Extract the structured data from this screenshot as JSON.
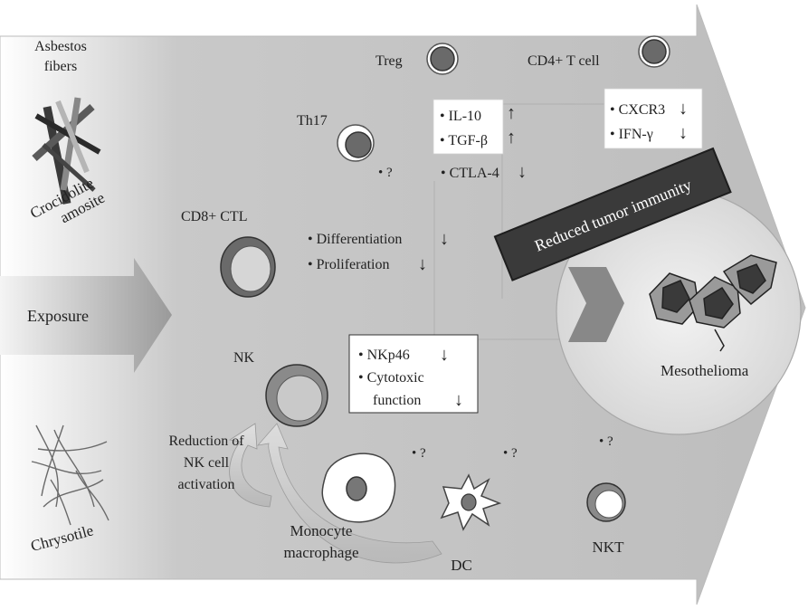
{
  "fibers": {
    "title_line1": "Asbestos",
    "title_line2": "fibers",
    "amphibole_line1": "Crocidolite",
    "amphibole_line2": "amosite",
    "serpentine": "Chrysotile"
  },
  "exposure": {
    "label": "Exposure"
  },
  "cells": {
    "treg": "Treg",
    "cd4": "CD4+ T cell",
    "th17": "Th17",
    "cd8": "CD8+ CTL",
    "nk": "NK",
    "monocyte_line1": "Monocyte",
    "monocyte_line2": "macrophage",
    "dc": "DC",
    "nkt": "NKT"
  },
  "boxes": {
    "treg_box": {
      "line1": "• IL-10",
      "line2": "• TGF-β"
    },
    "cd4_box": {
      "line1": "• CXCR3",
      "line2": "• IFN-γ"
    },
    "nk_box": {
      "line1": "• NKp46",
      "line2": "• Cytotoxic",
      "line3": "function"
    }
  },
  "notes": {
    "ctla4": "• CTLA-4",
    "differentiation": "• Differentiation",
    "proliferation": "• Proliferation",
    "q_th17": "• ?",
    "q_mono": "• ?",
    "q_dc": "• ?",
    "q_nkt": "• ?"
  },
  "reduction": {
    "line1": "Reduction of",
    "line2": "NK cell",
    "line3": "activation"
  },
  "banner": {
    "text": "Reduced tumor immunity"
  },
  "outcome": {
    "label": "Mesothelioma"
  },
  "arrows": {
    "up": "↑",
    "down": "↓"
  }
}
